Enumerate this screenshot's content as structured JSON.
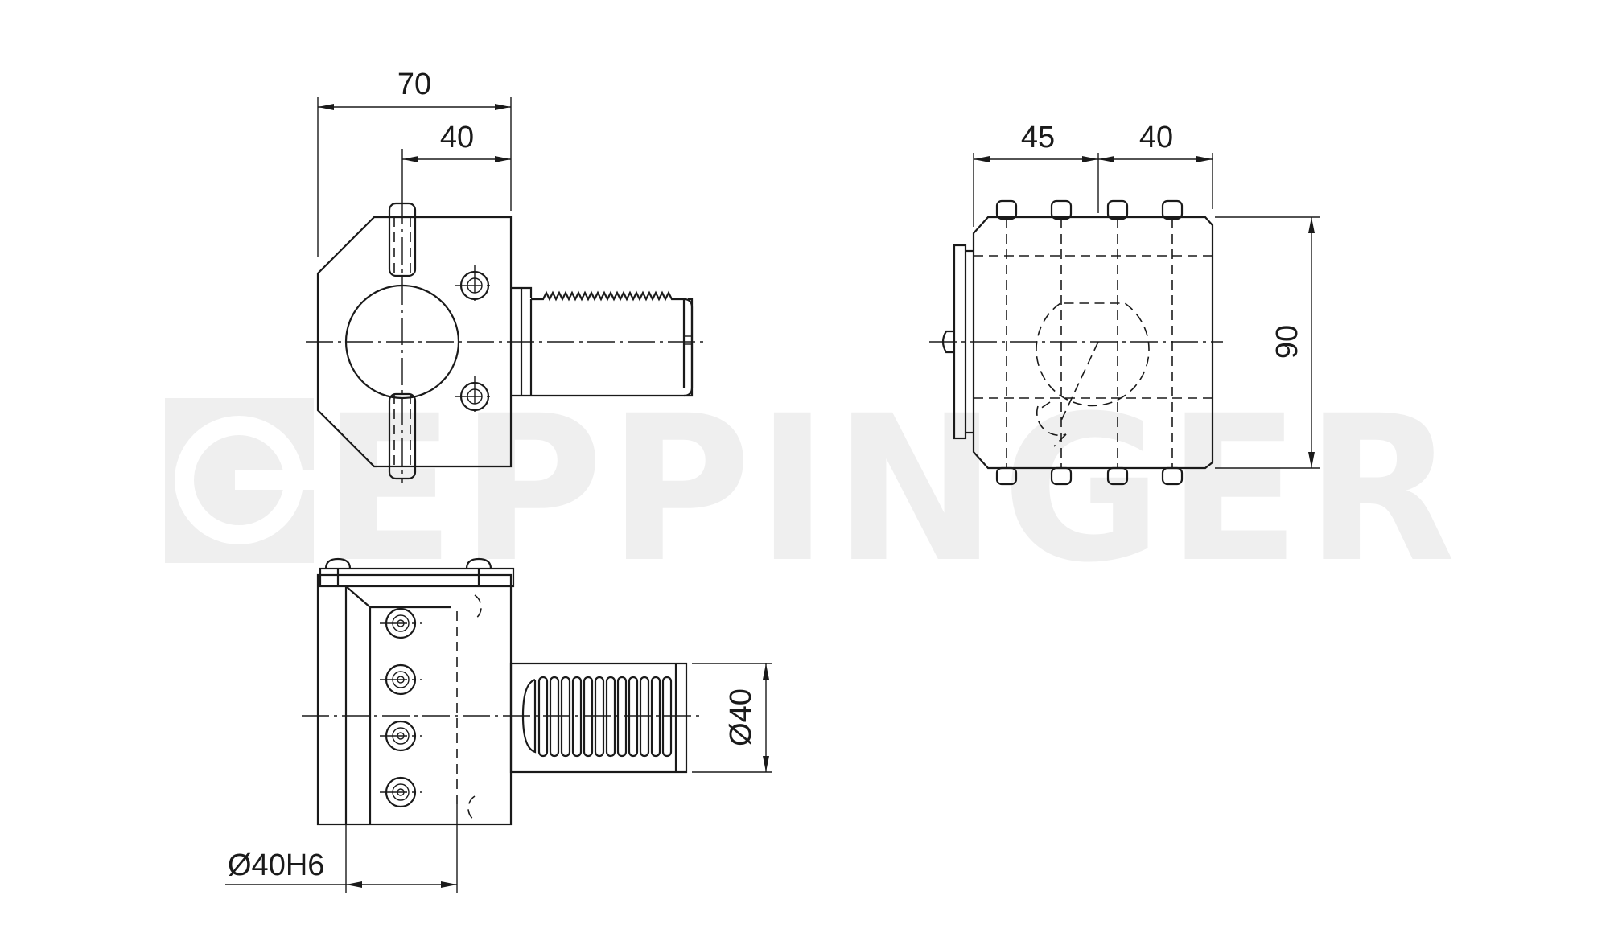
{
  "watermark": {
    "text": "EPPINGER"
  },
  "side_view": {
    "dim_overall_width": "70",
    "dim_shank_length": "40"
  },
  "end_view": {
    "dim_left_spacing": "45",
    "dim_right_spacing": "40",
    "dim_height": "90"
  },
  "plan_view": {
    "dim_shank_diameter": "Ø40",
    "dim_bore": "Ø40H6"
  }
}
